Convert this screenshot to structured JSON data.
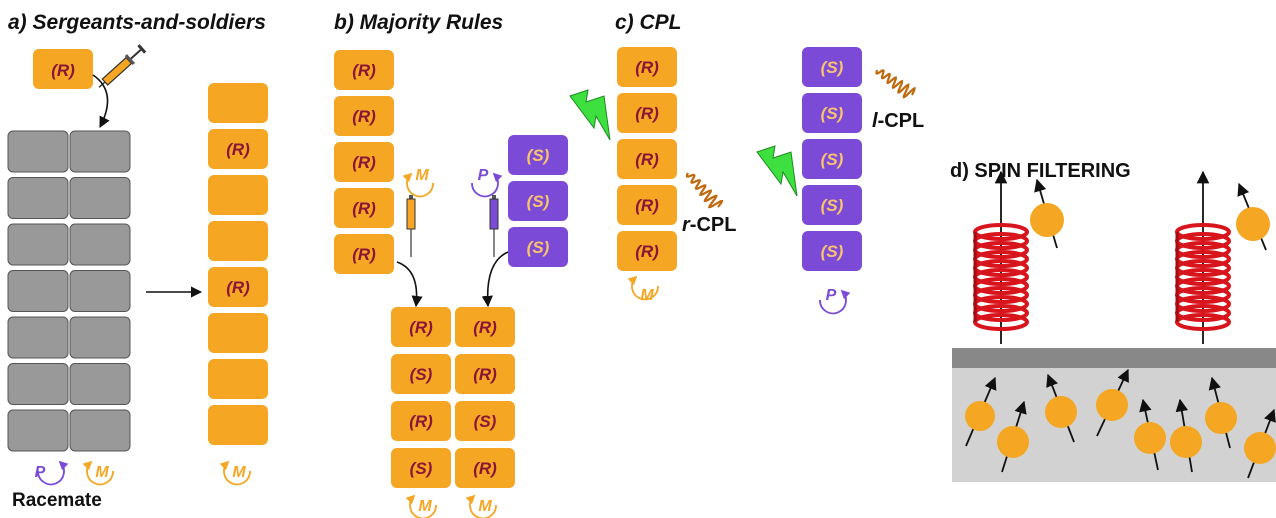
{
  "colors": {
    "orange": "#F5A623",
    "purple": "#7B4BD8",
    "gray_block": "#999999",
    "gray_stroke": "#555555",
    "dark_red": "#8B1538",
    "light_orange": "#F9C46B",
    "red_coil": "#D8141C",
    "green_bolt": "#3EE040",
    "substrate_top": "#888888",
    "substrate_body": "#D2D2D2"
  },
  "icons": [
    "syringe-icon",
    "lightning-bolt-icon",
    "circular-arrow-icon",
    "helical-wave-icon",
    "coil-helix-icon",
    "spin-arrow-icon"
  ],
  "panels": {
    "a": {
      "title": "a) Sergeants-and-soldiers",
      "sergeant_label": "(R)",
      "column_labels": [
        "",
        "(R)",
        "",
        "",
        "(R)",
        "",
        "",
        ""
      ],
      "helix_P": "P",
      "helix_M": "M",
      "result_helix": "M",
      "racemate": "Racemate"
    },
    "b": {
      "title": "b) Majority Rules",
      "left_column": [
        "(R)",
        "(R)",
        "(R)",
        "(R)",
        "(R)"
      ],
      "left_helix": "M",
      "right_column": [
        "(S)",
        "(S)",
        "(S)"
      ],
      "right_helix": "P",
      "result_col1": [
        "(R)",
        "(S)",
        "(R)",
        "(S)"
      ],
      "result_col2": [
        "(R)",
        "(R)",
        "(S)",
        "(R)"
      ],
      "result_helices": [
        "M",
        "M"
      ]
    },
    "c": {
      "title": "c) CPL",
      "left_column": [
        "(R)",
        "(R)",
        "(R)",
        "(R)",
        "(R)"
      ],
      "left_helix": "M",
      "left_light": {
        "prefix": "r",
        "suffix": "-CPL"
      },
      "right_column": [
        "(S)",
        "(S)",
        "(S)",
        "(S)",
        "(S)"
      ],
      "right_helix": "P",
      "right_light": {
        "prefix": "l",
        "suffix": "-CPL"
      }
    },
    "d": {
      "title": "d) SPIN FILTERING"
    }
  }
}
